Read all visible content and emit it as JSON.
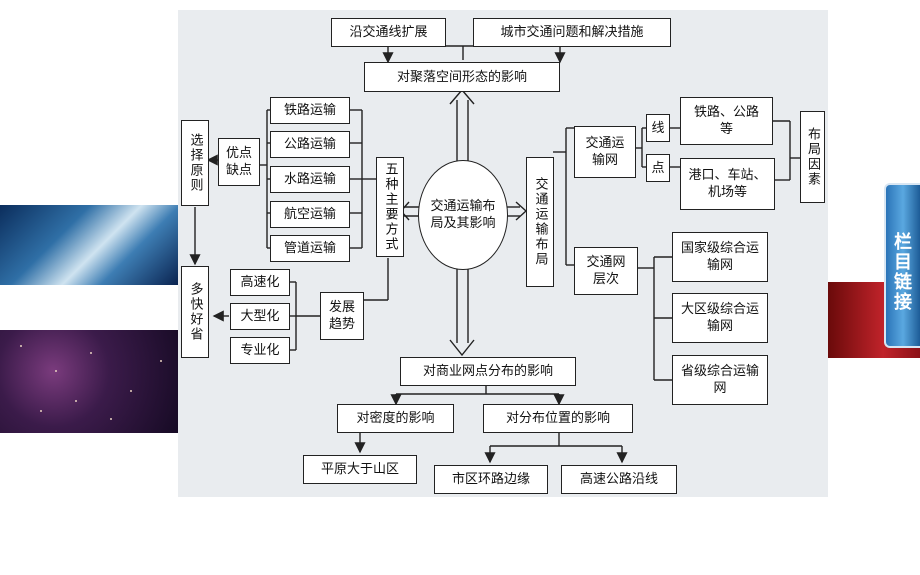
{
  "nodes": {
    "center": "交通运输布局及其影响",
    "top_title": "对聚落空间形态的影响",
    "top_left": "沿交通线扩展",
    "top_right": "城市交通问题和解决措施",
    "five_modes": "五种主要方式",
    "modes": [
      "铁路运输",
      "公路运输",
      "水路运输",
      "航空运输",
      "管道运输"
    ],
    "pros_cons": "优点缺点",
    "selection": "选择原则",
    "principle": "多快好省",
    "trend": "发展趋势",
    "trends": [
      "高速化",
      "大型化",
      "专业化"
    ],
    "layout": "交通运输布局",
    "network": "交通运输网",
    "line": "线",
    "point": "点",
    "line_items": "铁路、公路等",
    "point_items": "港口、车站、机场等",
    "factors": "布局因素",
    "levels": "交通网层次",
    "level_items": [
      "国家级综合运输网",
      "大区级综合运输网",
      "省级综合运输网"
    ],
    "commerce": "对商业网点分布的影响",
    "density": "对密度的影响",
    "density_item": "平原大于山区",
    "position": "对分布位置的影响",
    "position_items": [
      "市区环路边缘",
      "高速公路沿线"
    ]
  },
  "side_tab": "栏目链接",
  "colors": {
    "tab_blue": "#3b8fd4",
    "tab_red": "#b01e24",
    "line": "#222222",
    "panel": "#e9ecef"
  }
}
